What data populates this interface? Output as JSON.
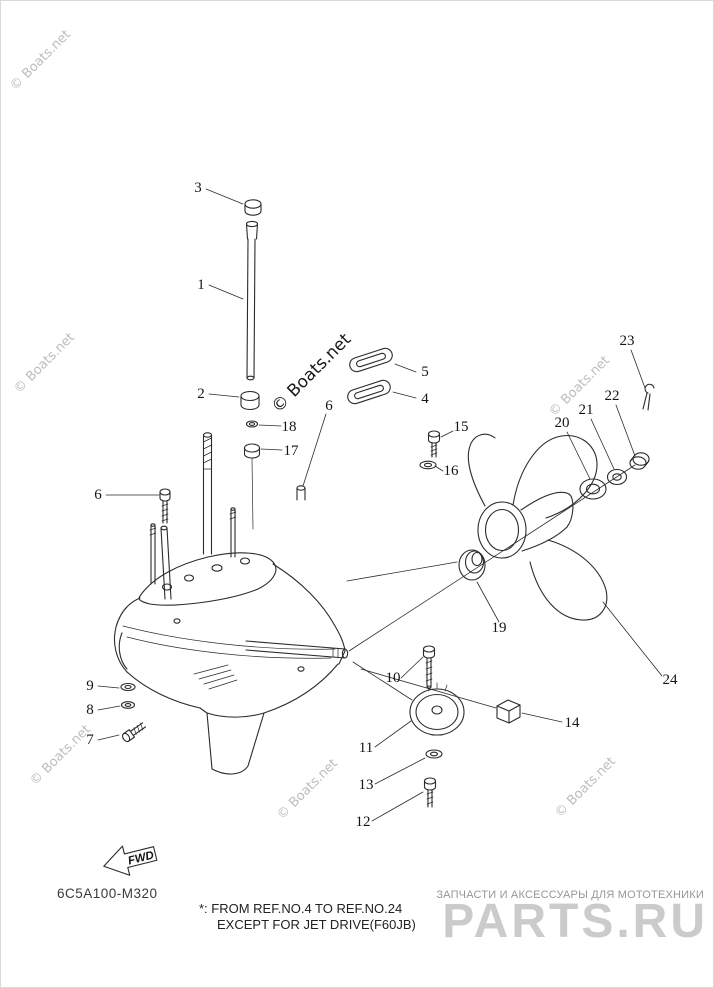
{
  "watermark": {
    "text": "© Boats.net"
  },
  "fwd": {
    "label": "FWD"
  },
  "callouts": {
    "n1": "1",
    "n2": "2",
    "n3": "3",
    "n4": "4",
    "n5": "5",
    "n6a": "6",
    "n6b": "6",
    "n7": "7",
    "n8": "8",
    "n9": "9",
    "n10": "10",
    "n11": "11",
    "n12": "12",
    "n13": "13",
    "n14": "14",
    "n15": "15",
    "n16": "16",
    "n17": "17",
    "n18": "18",
    "n19": "19",
    "n20": "20",
    "n21": "21",
    "n22": "22",
    "n23": "23",
    "n24": "24"
  },
  "footer": {
    "diagram_code": "6C5A100-M320",
    "note_line1": "*: FROM REF.NO.4 TO REF.NO.24",
    "note_line2": "EXCEPT FOR JET DRIVE(F60JB)",
    "supplier_text": "ЗАПЧАСТИ И АКСЕССУАРЫ ДЛЯ МОТОТЕХНИКИ",
    "brand": "PARTS.RU"
  }
}
